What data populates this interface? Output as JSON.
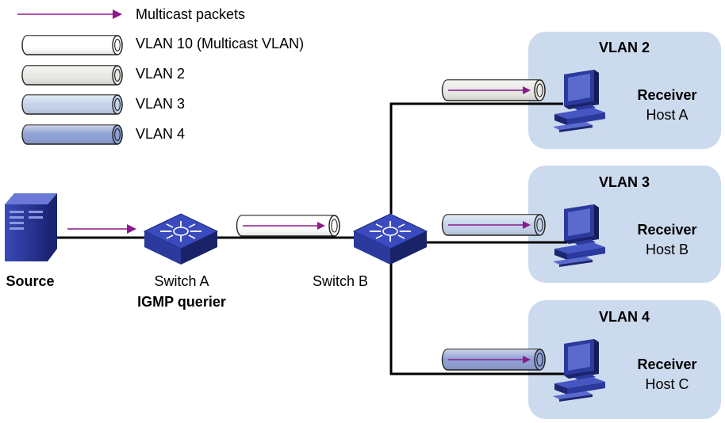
{
  "legend": {
    "items": [
      {
        "label": "Multicast packets",
        "kind": "arrow"
      },
      {
        "label": "VLAN 10 (Multicast VLAN)",
        "kind": "pipe",
        "color": "#ffffff"
      },
      {
        "label": "VLAN 2",
        "kind": "pipe",
        "color": "#e8e8e4"
      },
      {
        "label": "VLAN 3",
        "kind": "pipe",
        "color": "#c3d2ea"
      },
      {
        "label": "VLAN 4",
        "kind": "pipe",
        "color": "#8d9fd4"
      }
    ]
  },
  "colors": {
    "arrow": "#8b1a8b",
    "vlan_area": "#ccdaed",
    "device": "#2b3a9c",
    "device_light": "#5a6bd0",
    "link": "#000000"
  },
  "nodes": {
    "source": {
      "label": "Source",
      "icon": "server-icon"
    },
    "switch_a": {
      "label": "Switch A",
      "role": "IGMP querier",
      "icon": "switch-icon"
    },
    "switch_b": {
      "label": "Switch B",
      "icon": "switch-icon"
    }
  },
  "vlans": [
    {
      "name": "VLAN 2",
      "role": "Receiver",
      "host": "Host A",
      "pipe_color": "#e8e8e4"
    },
    {
      "name": "VLAN 3",
      "role": "Receiver",
      "host": "Host B",
      "pipe_color": "#c3d2ea"
    },
    {
      "name": "VLAN 4",
      "role": "Receiver",
      "host": "Host C",
      "pipe_color": "#8d9fd4"
    }
  ]
}
